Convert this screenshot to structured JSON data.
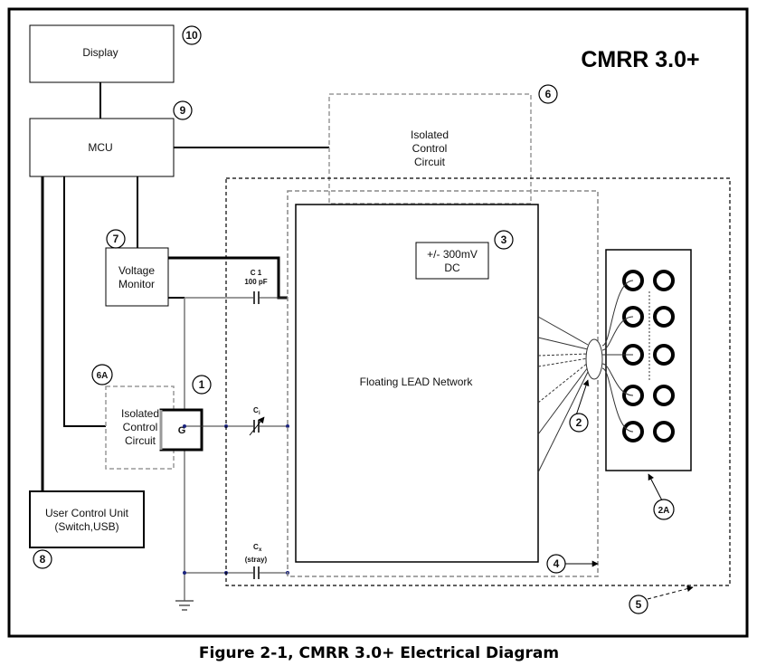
{
  "diagram": {
    "title": "CMRR 3.0+",
    "caption": "Figure 2-1, CMRR 3.0+ Electrical Diagram",
    "blocks": {
      "display": "Display",
      "mcu": "MCU",
      "isolated_control_top": [
        "Isolated",
        "Control",
        "Circuit"
      ],
      "voltage_monitor": [
        "Voltage",
        "Monitor"
      ],
      "isolated_control_left": [
        "Isolated",
        "Control",
        "Circuit"
      ],
      "gate": "G",
      "user_control": [
        "User Control Unit",
        "(Switch,USB)"
      ],
      "floating_network": "Floating LEAD Network",
      "dc_source": [
        "+/- 300mV",
        "DC"
      ]
    },
    "components": {
      "c1": [
        "C 1",
        "100 pF"
      ],
      "ci": "C",
      "ci_sub": "i",
      "cx": [
        "C",
        "(stray)"
      ],
      "cx_sub": "x"
    },
    "callouts": {
      "n10": "10",
      "n9": "9",
      "n6": "6",
      "n7": "7",
      "n3": "3",
      "n6a": "6A",
      "n1": "1",
      "n2": "2",
      "n2a": "2A",
      "n4": "4",
      "n5": "5",
      "n8": "8"
    }
  }
}
